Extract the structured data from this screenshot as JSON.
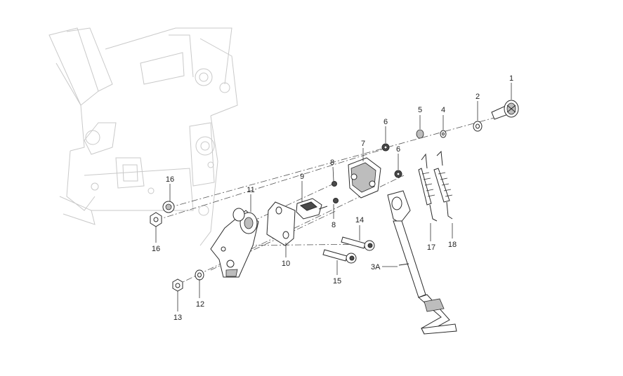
{
  "diagram": {
    "callouts": {
      "c1": "1",
      "c2": "2",
      "c3a": "3A",
      "c4": "4",
      "c5": "5",
      "c6a": "6",
      "c6b": "6",
      "c7": "7",
      "c8a": "8",
      "c8b": "8",
      "c9": "9",
      "c10": "10",
      "c11": "11",
      "c12": "12",
      "c13": "13",
      "c14": "14",
      "c15": "15",
      "c16a": "16",
      "c16b": "16",
      "c17": "17",
      "c18": "18"
    }
  }
}
